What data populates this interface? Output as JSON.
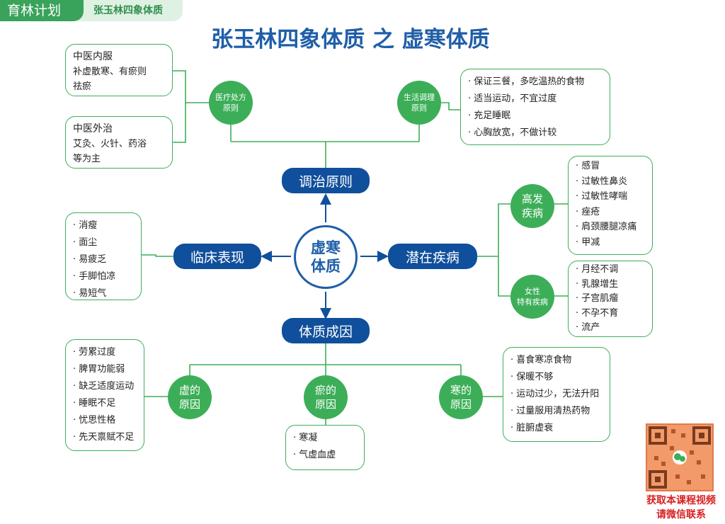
{
  "header": {
    "brand": "育林计划",
    "subtitle": "张玉林四象体质"
  },
  "title": "张玉林四象体质 之 虚寒体质",
  "center": {
    "line1": "虚寒",
    "line2": "体质"
  },
  "branches": {
    "top": "调治原则",
    "left": "临床表现",
    "right": "潜在疾病",
    "bottom": "体质成因"
  },
  "treatment": {
    "medical": {
      "line1": "医疗处方",
      "line2": "原则",
      "internal": {
        "title": "中医内服",
        "body1": "补虚散寒、有瘀则",
        "body2": "祛瘀"
      },
      "external": {
        "title": "中医外治",
        "body1": "艾灸、火针、药浴",
        "body2": "等为主"
      }
    },
    "lifestyle": {
      "line1": "生活调理",
      "line2": "原则",
      "items": [
        "· 保证三餐，多吃温热的食物",
        "· 适当运动，不宜过度",
        "· 充足睡眠",
        "· 心胸放宽，不做计较"
      ]
    }
  },
  "symptoms": [
    "· 消瘦",
    "· 面尘",
    "· 易疲乏",
    "· 手脚怕凉",
    "· 易短气"
  ],
  "diseases": {
    "common": {
      "line1": "高发",
      "line2": "疾病",
      "items": [
        "· 感冒",
        "· 过敏性鼻炎",
        "· 过敏性哮喘",
        "· 痤疮",
        "· 肩颈腰腿凉痛",
        "· 甲减"
      ]
    },
    "female": {
      "line1": "女性",
      "line2": "特有疾病",
      "items": [
        "· 月经不调",
        "· 乳腺增生",
        "· 子宫肌瘤",
        "· 不孕不育",
        "· 流产"
      ]
    }
  },
  "causes": {
    "deficiency": {
      "line1": "虚的",
      "line2": "原因",
      "items": [
        "· 劳累过度",
        "· 脾胃功能弱",
        "· 缺乏适度运动",
        "· 睡眠不足",
        "· 忧思性格",
        "· 先天禀赋不足"
      ]
    },
    "stasis": {
      "line1": "瘀的",
      "line2": "原因",
      "items": [
        "· 寒凝",
        "· 气虚血虚"
      ]
    },
    "cold": {
      "line1": "寒的",
      "line2": "原因",
      "items": [
        "· 喜食寒凉食物",
        "· 保暖不够",
        "· 运动过少，无法升阳",
        "· 过量服用清热药物",
        "· 脏腑虚衰"
      ]
    }
  },
  "promo": {
    "line1": "获取本课程视频",
    "line2": "请微信联系"
  },
  "colors": {
    "blue": "#104f9c",
    "green": "#3dae58",
    "red": "#d81f1f"
  }
}
